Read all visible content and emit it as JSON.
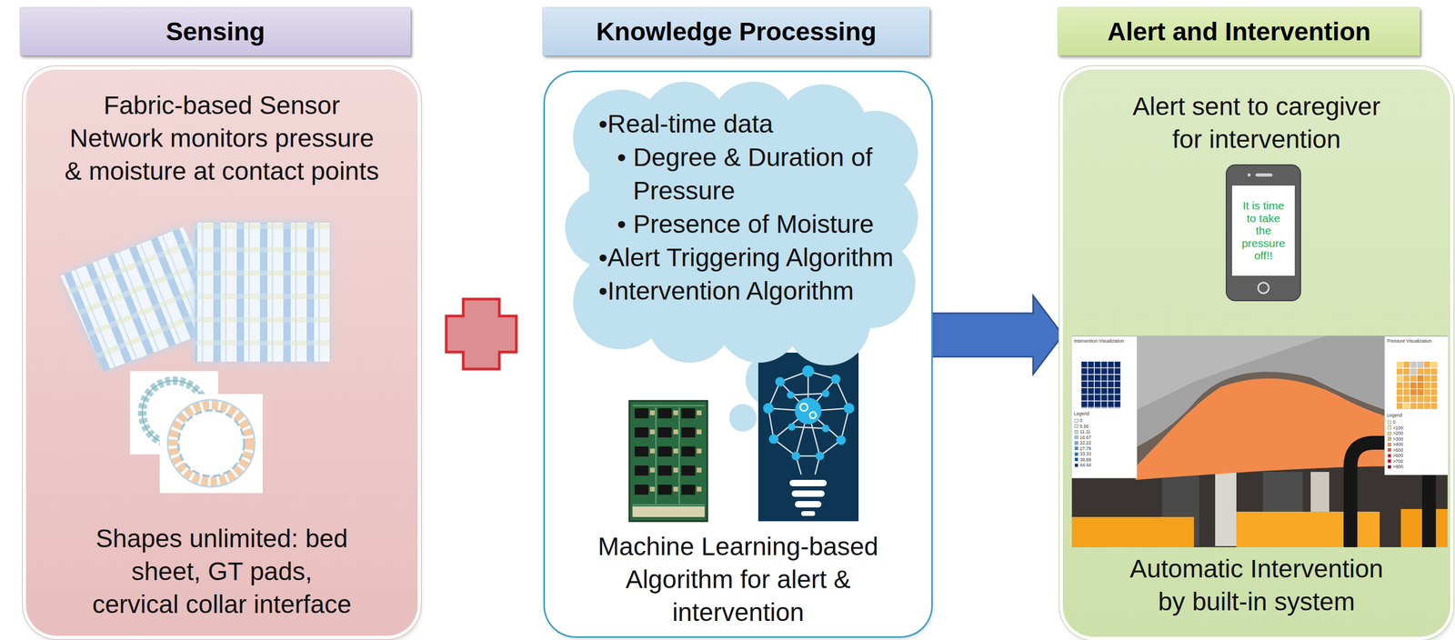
{
  "diagram": {
    "nodes": [
      {
        "text": [
          "Sensing"
        ]
      },
      {
        "text": [
          "Fabric-based Sensor Network monitors pressure & moisture at contact points",
          "Shapes unlimited: bed sheet, GT pads, cervical collar interface"
        ]
      },
      {
        "text": [
          "Knowledge Processing"
        ]
      },
      {
        "text": [
          "Machine Learning-based Algorithm for alert & intervention"
        ]
      },
      {
        "text": [
          "•Real-time data",
          "• Degree & Duration of Pressure",
          "• Presence of Moisture",
          "•Alert Triggering Algorithm",
          "•Intervention Algorithm"
        ],
        "in": 3
      },
      {
        "text": [
          "Alert and Intervention"
        ]
      },
      {
        "text": [
          "Alert sent to caregiver for intervention",
          "Automatic Intervention by built-in system"
        ]
      },
      {
        "text": [
          "It is time to take the pressure off!!"
        ],
        "in": 6
      },
      {
        "text": [
          "Intervention Visualization",
          "Legend"
        ],
        "in": 6
      },
      {
        "text": [
          "Pressure Visualization",
          "Legend"
        ],
        "in": 6
      }
    ],
    "edges": [
      {
        "from": 3,
        "to": 6,
        "arrow": "to"
      }
    ],
    "legend": [
      {
        "text": "0",
        "color": "#f7fbff"
      },
      {
        "text": "5.56",
        "color": "#deebf7"
      },
      {
        "text": "11.11",
        "color": "#c6dbef"
      },
      {
        "text": "16.67",
        "color": "#9ecae1"
      },
      {
        "text": "22.22",
        "color": "#6baed6"
      },
      {
        "text": "27.78",
        "color": "#4292c6"
      },
      {
        "text": "33.33",
        "color": "#2171b5"
      },
      {
        "text": "38.89",
        "color": "#08519c"
      },
      {
        "text": "44.44",
        "color": "#08306b"
      },
      {
        "text": "0",
        "color": "#ffffcc"
      },
      {
        "text": ">100",
        "color": "#ffeda0"
      },
      {
        "text": ">200",
        "color": "#fed976"
      },
      {
        "text": ">300",
        "color": "#feb24c"
      },
      {
        "text": ">400",
        "color": "#fd8d3c"
      },
      {
        "text": ">500",
        "color": "#fc4e2a"
      },
      {
        "text": ">600",
        "color": "#e31a1c"
      },
      {
        "text": ">700",
        "color": "#bd0026"
      },
      {
        "text": ">800",
        "color": "#800026"
      }
    ]
  }
}
